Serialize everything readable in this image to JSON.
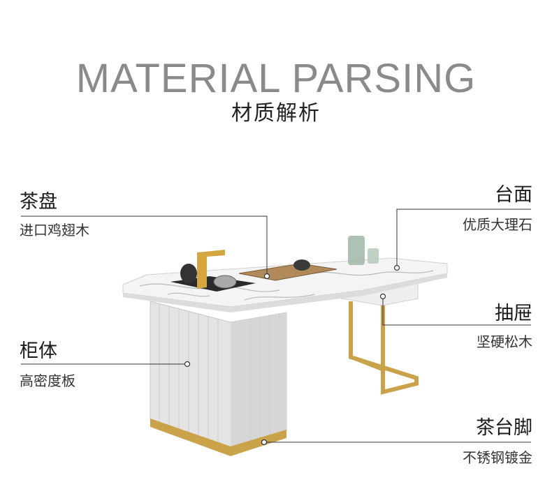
{
  "header": {
    "title_en": "MATERIAL PARSING",
    "title_cn": "材质解析"
  },
  "callouts": {
    "tea_tray": {
      "title": "茶盘",
      "desc": "进口鸡翅木"
    },
    "tabletop": {
      "title": "台面",
      "desc": "优质大理石"
    },
    "drawer": {
      "title": "抽屉",
      "desc": "坚硬松木"
    },
    "cabinet": {
      "title": "柜体",
      "desc": "高密度板"
    },
    "legs": {
      "title": "茶台脚",
      "desc": "不锈钢镀金"
    }
  },
  "colors": {
    "title_gray": "#8a8a8a",
    "line": "#333333",
    "gold": "#c9a24a",
    "marble": "#f2f2f2",
    "cabinet": "#e6e6e6"
  }
}
